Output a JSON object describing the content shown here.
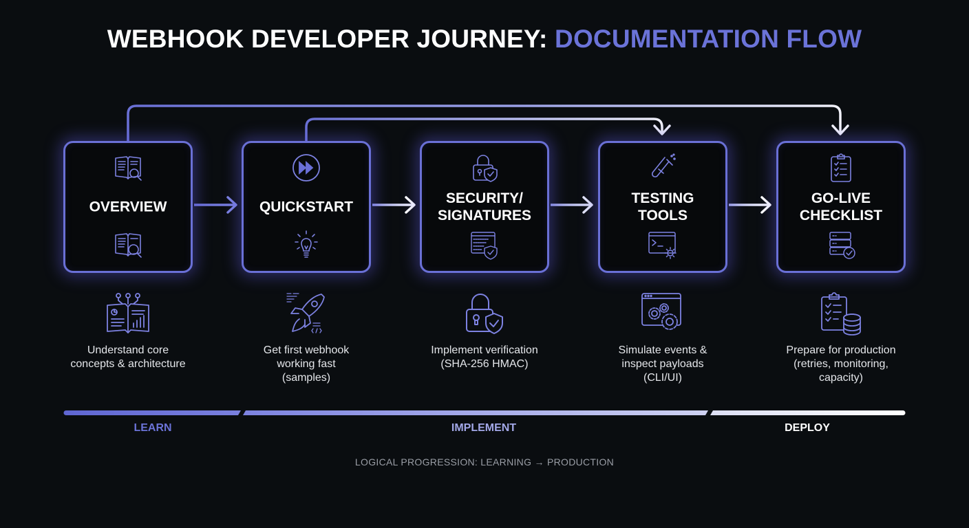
{
  "title": {
    "main": "WEBHOOK DEVELOPER JOURNEY: ",
    "accent": "DOCUMENTATION FLOW"
  },
  "colors": {
    "accent": "#6b73d8",
    "box_border": "#6a70d6",
    "background": "#0a0d10",
    "text": "#ffffff"
  },
  "steps": [
    {
      "label": "OVERVIEW",
      "icon_top": "book-search-icon",
      "icon_bottom": "book-search-icon",
      "desc_icon": "book-network-icon",
      "description": "Understand core\nconcepts & architecture"
    },
    {
      "label": "QUICKSTART",
      "icon_top": "fast-forward-icon",
      "icon_bottom": "lightbulb-icon",
      "desc_icon": "rocket-code-icon",
      "description": "Get first webhook\nworking fast\n(samples)"
    },
    {
      "label": "SECURITY/\nSIGNATURES",
      "icon_top": "lock-shield-icon",
      "icon_bottom": "code-window-shield-icon",
      "desc_icon": "lock-shield-icon",
      "description": "Implement verification\n(SHA-256 HMAC)"
    },
    {
      "label": "TESTING\nTOOLS",
      "icon_top": "test-tube-icon",
      "icon_bottom": "terminal-gear-icon",
      "desc_icon": "window-gears-icon",
      "description": "Simulate events &\ninspect payloads\n(CLI/UI)"
    },
    {
      "label": "GO-LIVE\nCHECKLIST",
      "icon_top": "clipboard-checklist-icon",
      "icon_bottom": "server-check-icon",
      "desc_icon": "clipboard-database-icon",
      "description": "Prepare for production\n(retries, monitoring,\ncapacity)"
    }
  ],
  "connectors": [
    {
      "from": "OVERVIEW",
      "to": "QUICKSTART",
      "type": "arrow"
    },
    {
      "from": "QUICKSTART",
      "to": "SECURITY/SIGNATURES",
      "type": "arrow"
    },
    {
      "from": "SECURITY/SIGNATURES",
      "to": "TESTING TOOLS",
      "type": "arrow"
    },
    {
      "from": "TESTING TOOLS",
      "to": "GO-LIVE CHECKLIST",
      "type": "arrow"
    },
    {
      "from": "OVERVIEW",
      "to": "GO-LIVE CHECKLIST",
      "type": "skip-arrow"
    },
    {
      "from": "QUICKSTART",
      "to": "TESTING TOOLS",
      "type": "skip-arrow"
    }
  ],
  "phases": [
    {
      "label": "LEARN",
      "color": "#6b73d8"
    },
    {
      "label": "IMPLEMENT",
      "color": "#a3a8e8"
    },
    {
      "label": "DEPLOY",
      "color": "#ffffff"
    }
  ],
  "footer": "LOGICAL PROGRESSION: LEARNING → PRODUCTION"
}
